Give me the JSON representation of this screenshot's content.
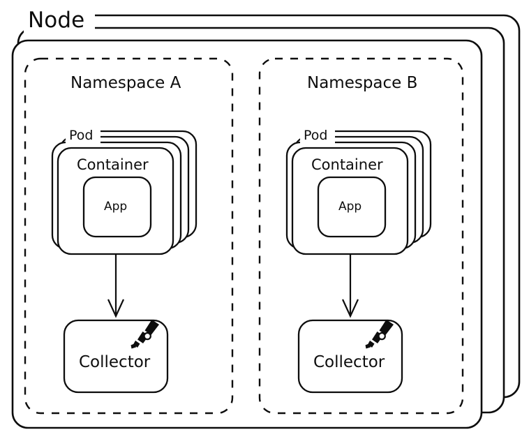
{
  "diagram": {
    "title": "Node",
    "node": {
      "label": "Node",
      "stack_count": 3,
      "accent_color": "#0d0d0d",
      "background_color": "#ffffff"
    },
    "namespaces": [
      {
        "label": "Namespace A",
        "pod": {
          "label": "Pod",
          "stack_count": 4,
          "container": {
            "label": "Container",
            "app": {
              "label": "App"
            }
          }
        },
        "collector": {
          "label": "Collector",
          "icon": "telescope-icon"
        },
        "flow": {
          "from": "Container",
          "to": "Collector",
          "arrow": "down-arrow-icon"
        }
      },
      {
        "label": "Namespace B",
        "pod": {
          "label": "Pod",
          "stack_count": 4,
          "container": {
            "label": "Container",
            "app": {
              "label": "App"
            }
          }
        },
        "collector": {
          "label": "Collector",
          "icon": "telescope-icon"
        },
        "flow": {
          "from": "Container",
          "to": "Collector",
          "arrow": "down-arrow-icon"
        }
      }
    ]
  }
}
